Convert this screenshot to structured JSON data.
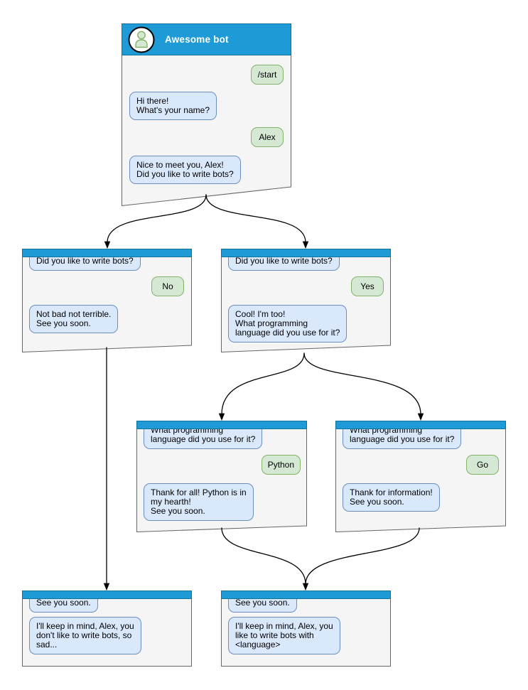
{
  "colors": {
    "header_blue": "#1e9bd7",
    "header_border": "#10739e",
    "window_fill": "#f5f5f5",
    "window_border": "#666666",
    "bot_bubble_fill": "#dae8fc",
    "bot_bubble_border": "#6c8ebf",
    "user_bubble_fill": "#d5e8d4",
    "user_bubble_border": "#82b366",
    "arrow": "#000000"
  },
  "diagram": {
    "root": {
      "title": "Awesome bot",
      "start_command": "/start",
      "greeting": "Hi there!\nWhat's your name?",
      "name_answer": "Alex",
      "ask_bots": "Nice to meet you, Alex!\nDid you like to write bots?"
    },
    "branch_no": {
      "question": "Did you like to write bots?",
      "answer": "No",
      "reply": "Not bad not terrible.\nSee you soon."
    },
    "branch_yes": {
      "question": "Did you like to write bots?",
      "answer": "Yes",
      "reply": "Cool! I'm too!\nWhat programming\nlanguage did you use for it?"
    },
    "branch_python": {
      "question": "What programming\nlanguage did you use for it?",
      "answer": "Python",
      "reply": "Thank for all! Python is in\nmy hearth!\nSee you soon."
    },
    "branch_go": {
      "question": "What programming\nlanguage did you use for it?",
      "answer": "Go",
      "reply": "Thank for information!\nSee you soon."
    },
    "end_no": {
      "question": "See you soon.",
      "reply": "I'll keep in mind, Alex, you\ndon't like to write bots, so\nsad..."
    },
    "end_yes": {
      "question": "See you soon.",
      "reply": "I'll keep in mind, Alex, you\nlike to write bots with\n<language>"
    }
  }
}
